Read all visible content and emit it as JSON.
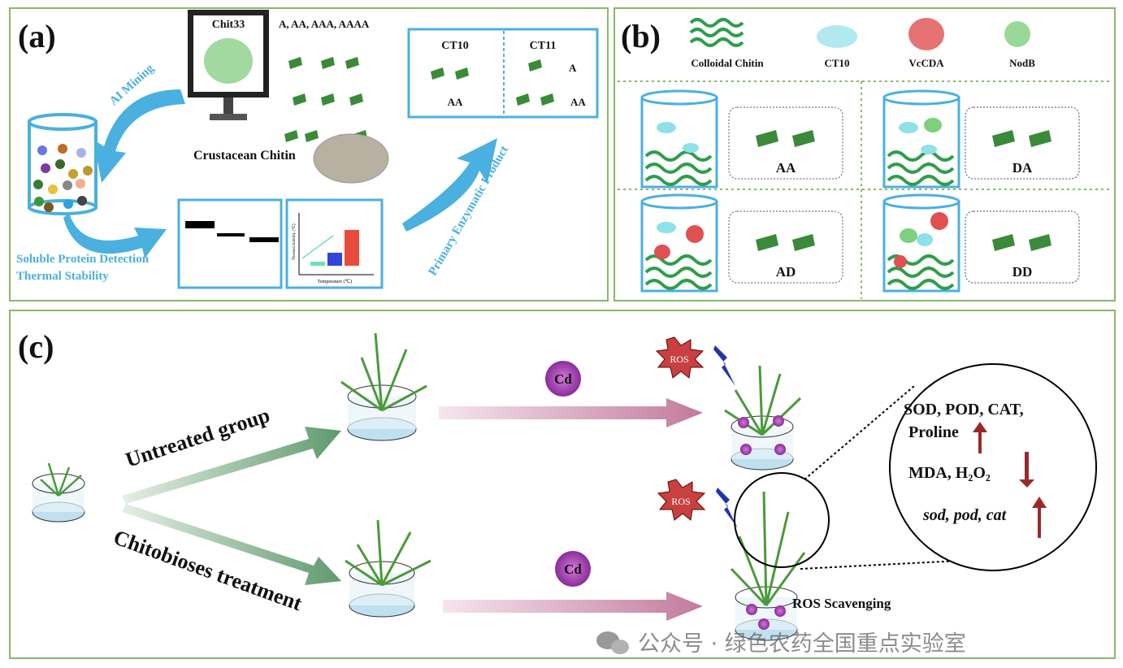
{
  "panel_a": {
    "label": "(a)",
    "monitor_title": "Chit33",
    "oligomers": "A, AA, AAA, AAAA",
    "ai_mining": "AI Mining",
    "crustacean": "Crustacean Chitin",
    "soluble": "Soluble Protein Detection",
    "thermal": "Thermal Stability",
    "primary": "Primary Enzymatic Product",
    "ct10": "CT10",
    "ct11": "CT11",
    "ct10_product": "AA",
    "ct11_product_1": "A",
    "ct11_product_2": "AA",
    "mini_chart_xlabel": "Temperature (℃)",
    "mini_chart_ylabel": "Thermal stability (℃)",
    "bar_colors": [
      "#6fe0c0",
      "#3344dd",
      "#e84a3c"
    ]
  },
  "panel_b": {
    "label": "(b)",
    "legend": [
      "Colloidal Chitin",
      "CT10",
      "VcCDA",
      "NodB"
    ],
    "products": [
      "AA",
      "DA",
      "AD",
      "DD"
    ]
  },
  "panel_c": {
    "label": "(c)",
    "untreated": "Untreated group",
    "treatment": "Chitobioses treatment",
    "cd": "Cd",
    "ros": "ROS",
    "scavenging": "ROS Scavenging",
    "zoom_line1": "SOD, POD, CAT,",
    "zoom_line2": "Proline",
    "zoom_line3": "MDA, H₂O₂",
    "zoom_line4": "sod, pod, cat",
    "arrow_color": "#9a2a2a"
  },
  "watermark": "公众号 · 绿色农药全国重点实验室",
  "colors": {
    "panel_border": "#8ab86a",
    "accent_blue": "#4ab0e0",
    "chitin_green": "#2e9e4a"
  }
}
